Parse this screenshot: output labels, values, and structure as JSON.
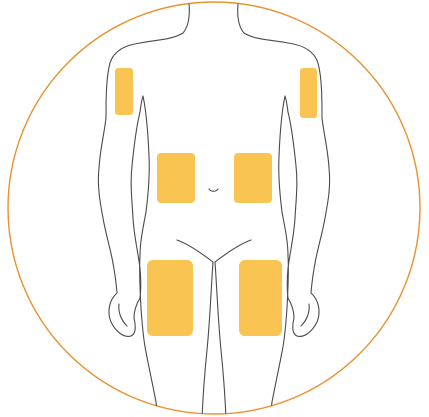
{
  "diagram": {
    "subject": "body-outline-front",
    "colors": {
      "circle_stroke": "#E8912F",
      "outline_stroke": "#4A4A4A",
      "zone_fill": "#F9C451"
    },
    "zones": [
      {
        "id": "upper-arm-right",
        "side": "right",
        "region": "upper-arm"
      },
      {
        "id": "upper-arm-left",
        "side": "left",
        "region": "upper-arm"
      },
      {
        "id": "abdomen-right",
        "side": "right",
        "region": "abdomen"
      },
      {
        "id": "abdomen-left",
        "side": "left",
        "region": "abdomen"
      },
      {
        "id": "thigh-right",
        "side": "right",
        "region": "thigh"
      },
      {
        "id": "thigh-left",
        "side": "left",
        "region": "thigh"
      }
    ]
  }
}
